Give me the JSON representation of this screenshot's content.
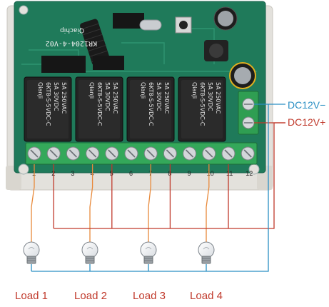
{
  "board": {
    "model": "KR1204-4-V02",
    "brand": "Qiachip",
    "relay_text": [
      "5A 250VAC",
      "5A 30VDC",
      "6KT8-S-5VDC-C",
      "QianJi"
    ],
    "terminal_numbers": [
      "1",
      "2",
      "3",
      "4",
      "5",
      "6",
      "7",
      "8",
      "9",
      "10",
      "11",
      "12"
    ]
  },
  "power": {
    "negative_label": "DC12V−",
    "positive_label": "DC12V+",
    "negative_color": "#2a8fc4",
    "positive_color": "#c0392b"
  },
  "wire_colors": {
    "load_feed": "#e8893a",
    "positive": "#c0392b",
    "negative": "#2a8fc4"
  },
  "loads": [
    {
      "label": "Load 1",
      "icon": "light-bulb-icon"
    },
    {
      "label": "Load 2",
      "icon": "light-bulb-icon"
    },
    {
      "label": "Load 3",
      "icon": "light-bulb-icon"
    },
    {
      "label": "Load 4",
      "icon": "light-bulb-icon"
    }
  ]
}
